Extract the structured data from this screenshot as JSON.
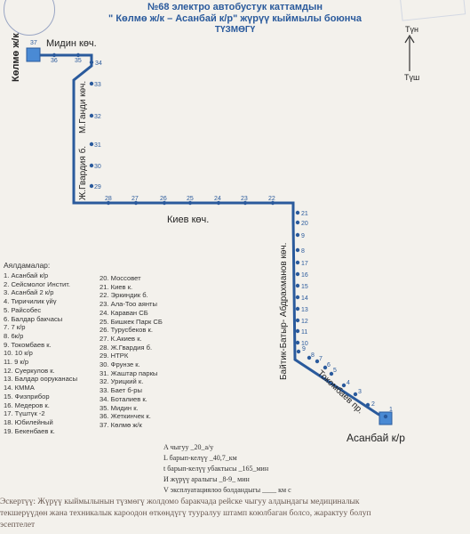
{
  "header": {
    "line1": "№68 электро автобустук каттамдын",
    "line2": "\" Көлмө ж/к – Асанбай к/р\" жүрүү кыймылы боюнча",
    "line3": "ТҮЗМӨГҮ"
  },
  "compass": {
    "north": "Түн",
    "south": "Түш"
  },
  "terminals": {
    "start": "Көлмө ж/к",
    "end": "Асанбай к/р"
  },
  "streets": {
    "midin": "Мидин көч.",
    "gandi": "М.Ганди көч.",
    "gvardia": "Ж.Гвардия б.",
    "kiev": "Киев көч.",
    "baitik": "Байтик-Батыр- Абдрахманов көч.",
    "tokombaev": "Токомбаев пр."
  },
  "stop_numbers": [
    "1",
    "2",
    "3",
    "4",
    "5",
    "6",
    "7",
    "8",
    "9",
    "10",
    "11",
    "12",
    "13",
    "14",
    "15",
    "16",
    "17",
    "8",
    "9",
    "20",
    "21",
    "22",
    "23",
    "24",
    "25",
    "26",
    "27",
    "28",
    "29",
    "30",
    "31",
    "32",
    "33",
    "34",
    "35",
    "36",
    "37"
  ],
  "legend": {
    "title": "Аялдамалар:",
    "col1": [
      "1. Асанбай к/р",
      "2. Сейсмолог Инстит.",
      "3. Асанбай 2 к/р",
      "4. Тиричилик үйү",
      "5. Райсобес",
      "6. Балдар бакчасы",
      "7. 7 к/р",
      "8. 6к/р",
      "9. Токомбаев к.",
      "10. 10 к/р",
      "11. 9 к/р",
      "12. Суеркулов к.",
      "13. Балдар ооруканасы",
      "14. КММА",
      "15. Физприбор",
      "16. Медеров к.",
      "17. Түштүк -2",
      "18. Юбилейный",
      "19. Бекенбаев к."
    ],
    "col2": [
      "20. Моссовет",
      "21. Киев к.",
      "22. Эркиндик б.",
      "23. Ала-Тоо аянты",
      "24. Караван СБ",
      "25. Бишкек Парк СБ",
      "26. Турусбеков к.",
      "27. К.Акиев к.",
      "28. Ж.Гвардия б.",
      "29. НТРК",
      "30. Фрунзе к.",
      "31. Жаштар паркы",
      "32. Урицкий к.",
      "33. Бает б-ры",
      "34. Боталиев к.",
      "35. Мидин к.",
      "36. Жеткинчек к.",
      "37. Көлмө ж/к"
    ]
  },
  "info": {
    "length": "А чыгуу _20_а/у",
    "distance": "L барып-келүү _40,7_км",
    "time": "t барып-келүү убактысы _165_мин",
    "interval": "И жүрүү аралыгы _8-9_ мин",
    "vehicles": "V эксплуатациялоо болдандыгы ____ км с"
  },
  "note": {
    "line1": "Эскертүү: Жүрүү кыймылынын түзмөгү жолдомо баракчада рейске чыгуу алдындагы медициналык",
    "line2": "текшерүүдөн жана техникалык кароодон өткөндүгү тууралуу штамп коюлбаган болсо, жарактуу болуп",
    "line3": "эсептелет"
  },
  "colors": {
    "route": "#2a5a9c",
    "terminal": "#4a8ad4",
    "header": "#2a5a9c"
  }
}
